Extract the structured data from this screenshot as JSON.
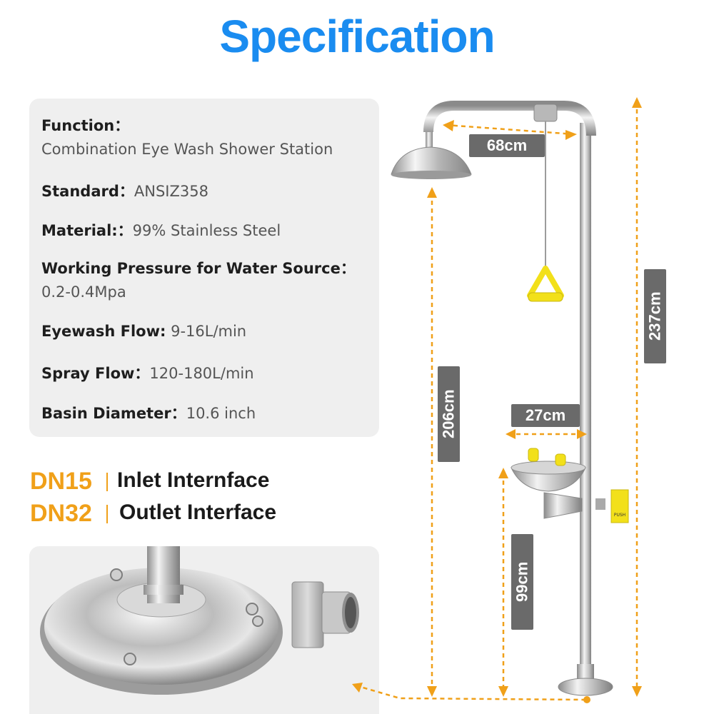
{
  "title": "Specification",
  "specs": {
    "function_label": "Function：",
    "function_value": "Combination Eye Wash Shower Station",
    "standard_label": "Standard：",
    "standard_value": "ANSIZ358",
    "material_label": "Material:：",
    "material_value": "99% Stainless Steel",
    "pressure_label": "Working Pressure for Water Source：",
    "pressure_value": "0.2-0.4Mpa",
    "eyewash_label": "Eyewash Flow:",
    "eyewash_value": "9-16L/min",
    "spray_label": "Spray Flow：",
    "spray_value": "120-180L/min",
    "basin_label": "Basin Diameter：",
    "basin_value": "10.6 inch"
  },
  "interfaces": [
    {
      "code": "DN15",
      "label": "Inlet Internface"
    },
    {
      "code": "DN32",
      "label": "Outlet Interface"
    }
  ],
  "dimensions": {
    "arm": "68cm",
    "shower_height": "206cm",
    "total_height": "237cm",
    "basin_width": "27cm",
    "basin_height": "99cm"
  },
  "push_sign": "PUSH",
  "colors": {
    "title": "#1a8cf0",
    "accent": "#f0a019",
    "dim_label_bg": "#6a6a6a",
    "panel_bg": "#efefef",
    "handle": "#f2e01a"
  }
}
